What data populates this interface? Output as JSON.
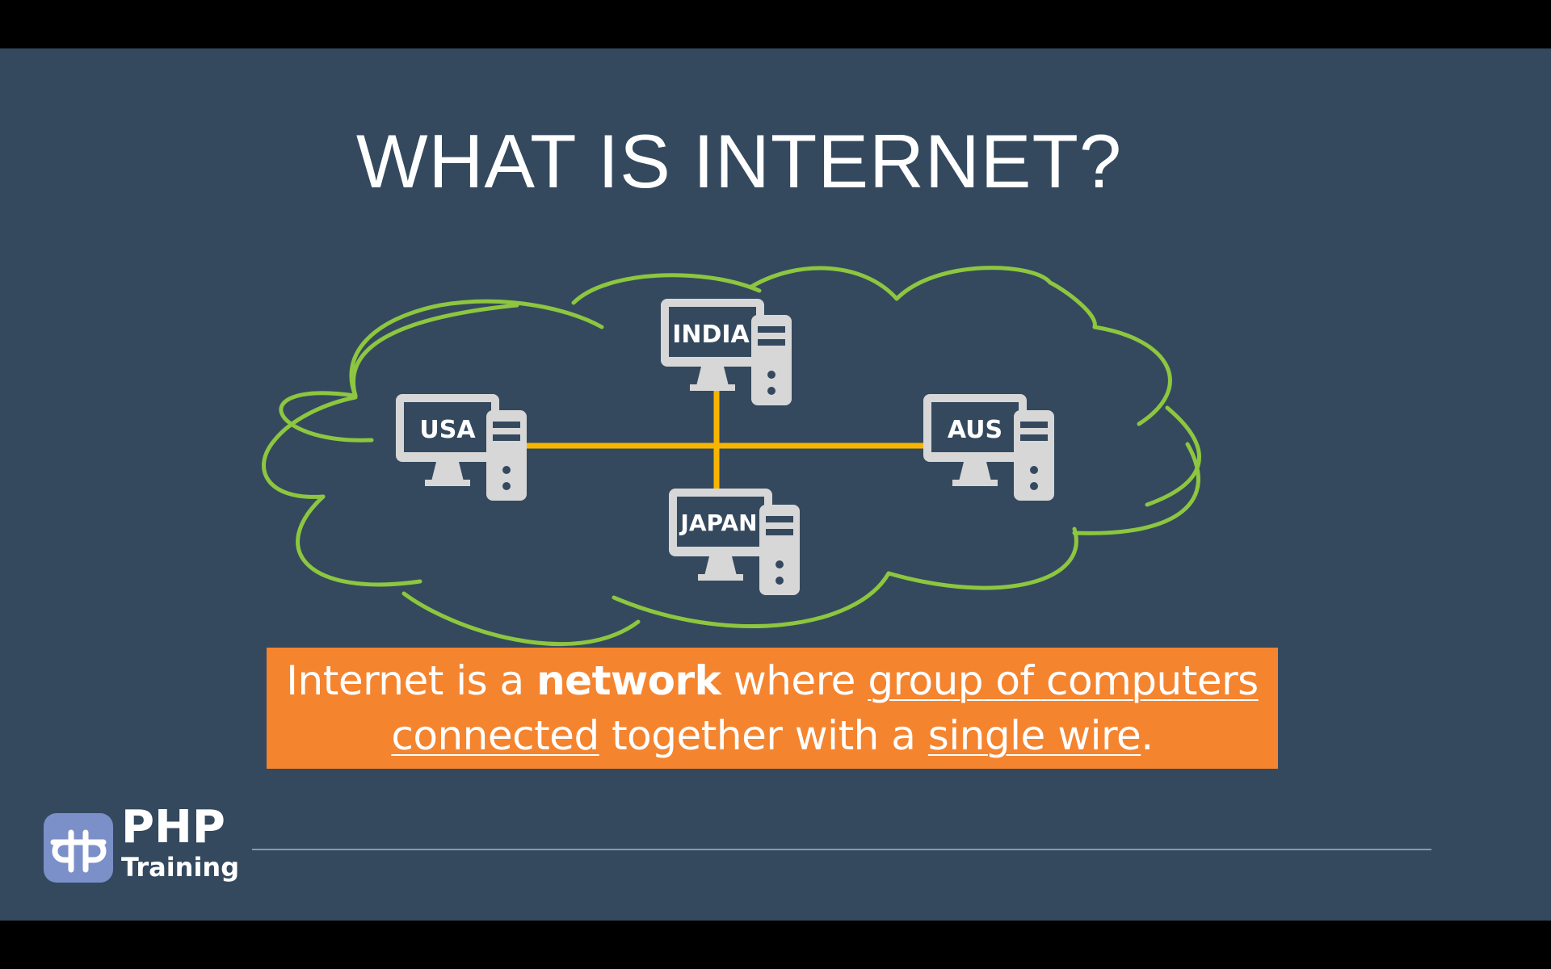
{
  "slide": {
    "title": "WHAT IS INTERNET?",
    "nodes": [
      {
        "id": "usa",
        "label": "USA"
      },
      {
        "id": "india",
        "label": "INDIA"
      },
      {
        "id": "aus",
        "label": "AUS"
      },
      {
        "id": "japan",
        "label": "JAPAN"
      }
    ],
    "caption": {
      "part1": "Internet is a ",
      "bold": "network",
      "part2": " where ",
      "underline1": "group of computers",
      "underline2": "connected",
      "part3": " together with a ",
      "underline3": "single wire",
      "part4": "."
    },
    "logo": {
      "top": "PHP",
      "bottom": "Training"
    },
    "colors": {
      "background": "#34495e",
      "cloud_outline": "#8dc63f",
      "wire": "#f7b500",
      "computer": "#d7d7d7",
      "caption_box": "#f5842f",
      "logo_mark": "#7b8fc9"
    },
    "icons": {
      "computer": "desktop-computer-icon",
      "network": "cloud-icon"
    }
  }
}
